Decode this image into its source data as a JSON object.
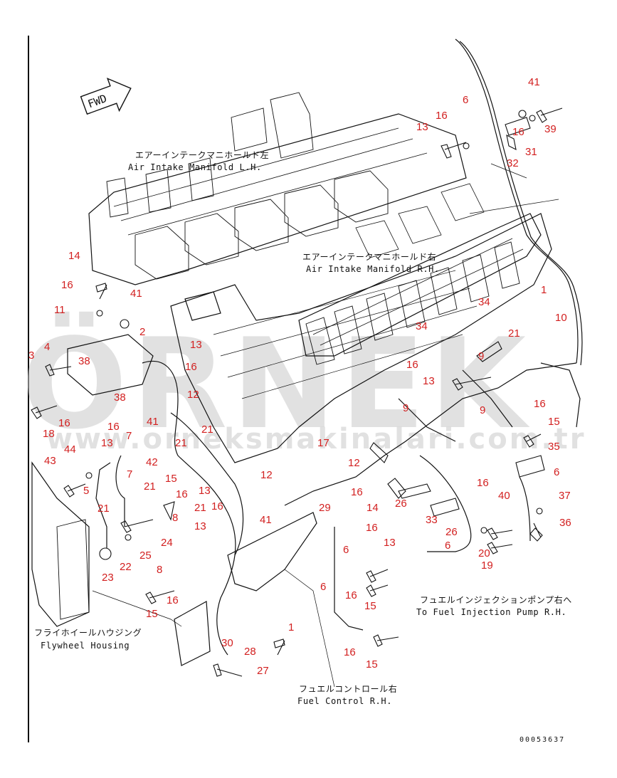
{
  "diagram": {
    "fwd_label": "FWD",
    "drawing_code": "00053637",
    "labels": {
      "intake_lh_jp": "エアーインテークマニホールド左",
      "intake_lh_en": "Air Intake Manifold L.H.",
      "intake_rh_jp": "エアーインテークマニホールド右",
      "intake_rh_en": "Air Intake Manifold R.H.",
      "fuel_pump_jp": "フュエルインジェクションポンプ右へ",
      "fuel_pump_en": "To Fuel Injection Pump R.H.",
      "flywheel_jp": "フライホイールハウジング",
      "flywheel_en": "Flywheel Housing",
      "fuel_ctrl_jp": "フュエルコントロール右",
      "fuel_ctrl_en": "Fuel Control R.H."
    },
    "watermark": {
      "brand": "ÖRNEK",
      "site": "www.orneksmakinalari.com.tr"
    },
    "part_numbers": [
      "41",
      "6",
      "16",
      "13",
      "16",
      "31",
      "39",
      "32",
      "14",
      "16",
      "41",
      "11",
      "2",
      "4",
      "38",
      "13",
      "16",
      "1",
      "10",
      "34",
      "34",
      "21",
      "9",
      "16",
      "13",
      "9",
      "12",
      "38",
      "41",
      "21",
      "16",
      "13",
      "9",
      "16",
      "15",
      "21",
      "35",
      "18",
      "16",
      "7",
      "44",
      "21",
      "17",
      "12",
      "6",
      "43",
      "5",
      "7",
      "42",
      "15",
      "16",
      "12",
      "16",
      "14",
      "26",
      "16",
      "40",
      "21",
      "13",
      "37",
      "33",
      "26",
      "36",
      "21",
      "8",
      "16",
      "24",
      "41",
      "29",
      "16",
      "22",
      "25",
      "6",
      "20",
      "19",
      "23",
      "8",
      "13",
      "6",
      "16",
      "15",
      "16",
      "15",
      "1",
      "28",
      "27",
      "30",
      "3",
      "16",
      "15",
      "6",
      "13"
    ]
  }
}
